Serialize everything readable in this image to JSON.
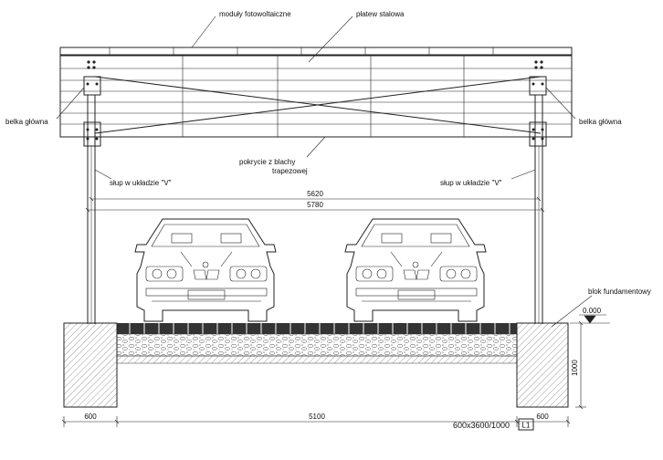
{
  "labels": {
    "pv_modules": "moduły fotowoltaiczne",
    "steel_purlin": "płatew stalowa",
    "main_beam_left": "belka główna",
    "main_beam_right": "belka główna",
    "roofing_line1": "pokrycie z blachy",
    "roofing_line2": "trapezowej",
    "column_left": "słup w układzie \"V\"",
    "column_right": "słup w układzie \"V\"",
    "foundation_block": "blok fundamentowy",
    "level": "0.000",
    "foundation_spec": "600x3600/1000",
    "foundation_tag": "L1"
  },
  "dimensions": {
    "inner_span": "5620",
    "outer_span": "5780",
    "left_footing": "600",
    "bay_width": "5100",
    "right_footing": "600",
    "footing_depth": "1000"
  },
  "colors": {
    "line": "#222222",
    "hatch": "#555555",
    "background": "#ffffff"
  }
}
